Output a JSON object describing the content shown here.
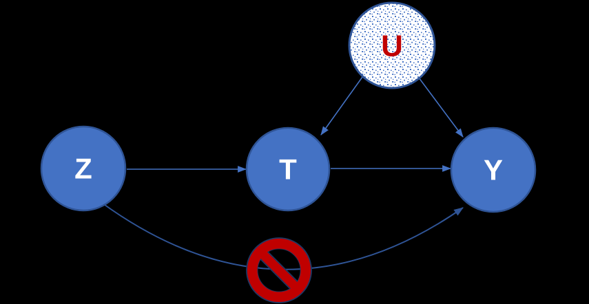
{
  "diagram": {
    "type": "causal-dag",
    "background": "#000000",
    "colors": {
      "node_fill": "#4472C4",
      "node_stroke": "#2F5496",
      "node_label": "#FFFFFF",
      "u_fill": "#FFFFFF",
      "u_dot": "#4472C4",
      "u_stroke": "#2F5496",
      "u_label": "#C00000",
      "edge": "#4472C4",
      "curve_edge": "#2F5496",
      "no_symbol_fill": "#C00000",
      "no_symbol_stroke": "#1F3864"
    },
    "nodes": [
      {
        "id": "Z",
        "label": "Z",
        "style": "solid"
      },
      {
        "id": "T",
        "label": "T",
        "style": "solid"
      },
      {
        "id": "Y",
        "label": "Y",
        "style": "solid"
      },
      {
        "id": "U",
        "label": "U",
        "style": "dotted"
      }
    ],
    "edges": [
      {
        "from": "Z",
        "to": "T",
        "type": "straight",
        "blocked": false
      },
      {
        "from": "T",
        "to": "Y",
        "type": "straight",
        "blocked": false
      },
      {
        "from": "U",
        "to": "T",
        "type": "straight",
        "blocked": false
      },
      {
        "from": "U",
        "to": "Y",
        "type": "straight",
        "blocked": false
      },
      {
        "from": "Z",
        "to": "Y",
        "type": "curved",
        "blocked": true
      }
    ]
  }
}
